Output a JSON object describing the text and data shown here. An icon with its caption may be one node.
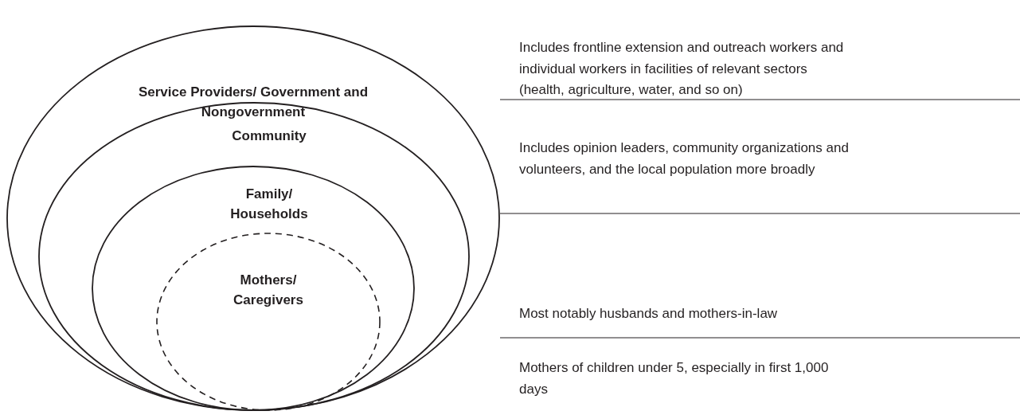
{
  "diagram": {
    "nodes": [
      {
        "text": [
          "Service Providers/ Government and Nongovernment"
        ]
      },
      {
        "text": [
          "Community"
        ],
        "in": 0
      },
      {
        "text": [
          "Family/ Households"
        ],
        "in": 1
      },
      {
        "text": [
          "Mothers/ Caregivers"
        ],
        "in": 2
      }
    ],
    "labels": [
      "Includes frontline extension and outreach workers and individual workers in facilities of relevant sectors (health, agriculture, water, and so on)",
      "Includes opinion leaders, community organizations and volunteers, and the local population more broadly",
      "Most notably husbands and mothers-in-law",
      "Mothers of children under 5, especially in first 1,000 days"
    ]
  }
}
